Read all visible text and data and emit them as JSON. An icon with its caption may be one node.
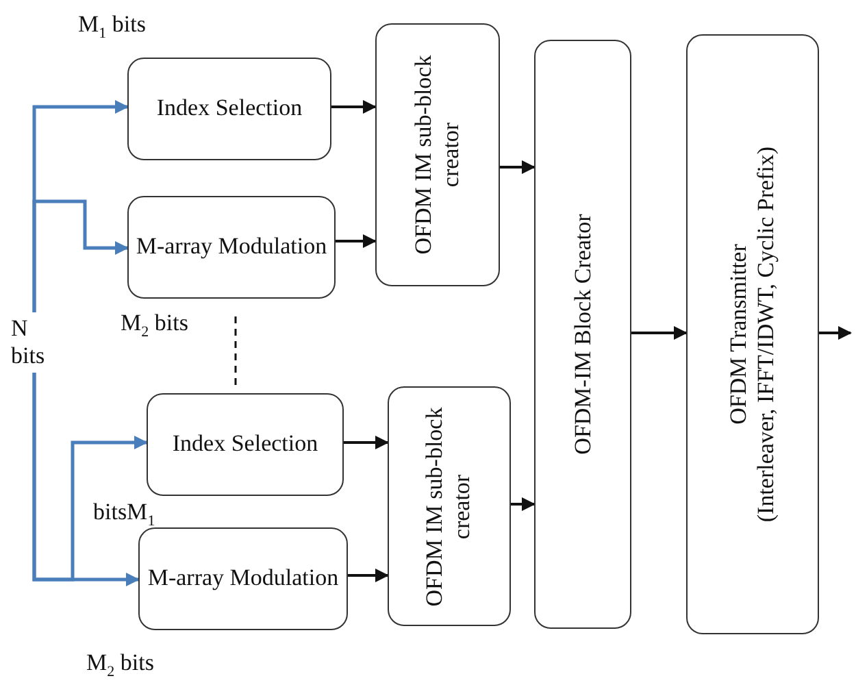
{
  "diagram": {
    "nodes": [
      {
        "text": [
          "N bits"
        ]
      },
      {
        "text": [
          "Index Selection"
        ]
      },
      {
        "text": [
          "M-array Modulation"
        ]
      },
      {
        "text": [
          "OFDM IM sub-block creator"
        ]
      },
      {
        "text": [
          "Index Selection"
        ]
      },
      {
        "text": [
          "M-array Modulation"
        ]
      },
      {
        "text": [
          "OFDM IM sub-block creator"
        ]
      },
      {
        "text": [
          "OFDM-IM Block Creator"
        ]
      },
      {
        "text": [
          "OFDM Transmitter",
          "(Interleaver, IFFT/IDWT, Cyclic Prefix)"
        ]
      }
    ],
    "edges": [
      {
        "from": 0,
        "to": 1,
        "arrow": "to",
        "color": "#4a7ebb"
      },
      {
        "from": 0,
        "to": 2,
        "arrow": "to",
        "color": "#4a7ebb"
      },
      {
        "from": 0,
        "to": 4,
        "arrow": "to",
        "color": "#4a7ebb"
      },
      {
        "from": 0,
        "to": 5,
        "arrow": "to",
        "color": "#4a7ebb"
      },
      {
        "from": 1,
        "to": 3,
        "arrow": "to"
      },
      {
        "from": 2,
        "to": 3,
        "arrow": "to"
      },
      {
        "from": 3,
        "to": 7,
        "arrow": "to"
      },
      {
        "from": 4,
        "to": 6,
        "arrow": "to"
      },
      {
        "from": 5,
        "to": 6,
        "arrow": "to"
      },
      {
        "from": 6,
        "to": 7,
        "arrow": "to"
      },
      {
        "from": 7,
        "to": 8,
        "arrow": "to"
      },
      {
        "from": 8,
        "to": null,
        "arrow": "to"
      }
    ],
    "labels": [
      "M$_{1}$ bits",
      "M$_{2}$ bits",
      "bitsM$_{1}$",
      "M$_{2}$ bits"
    ]
  }
}
